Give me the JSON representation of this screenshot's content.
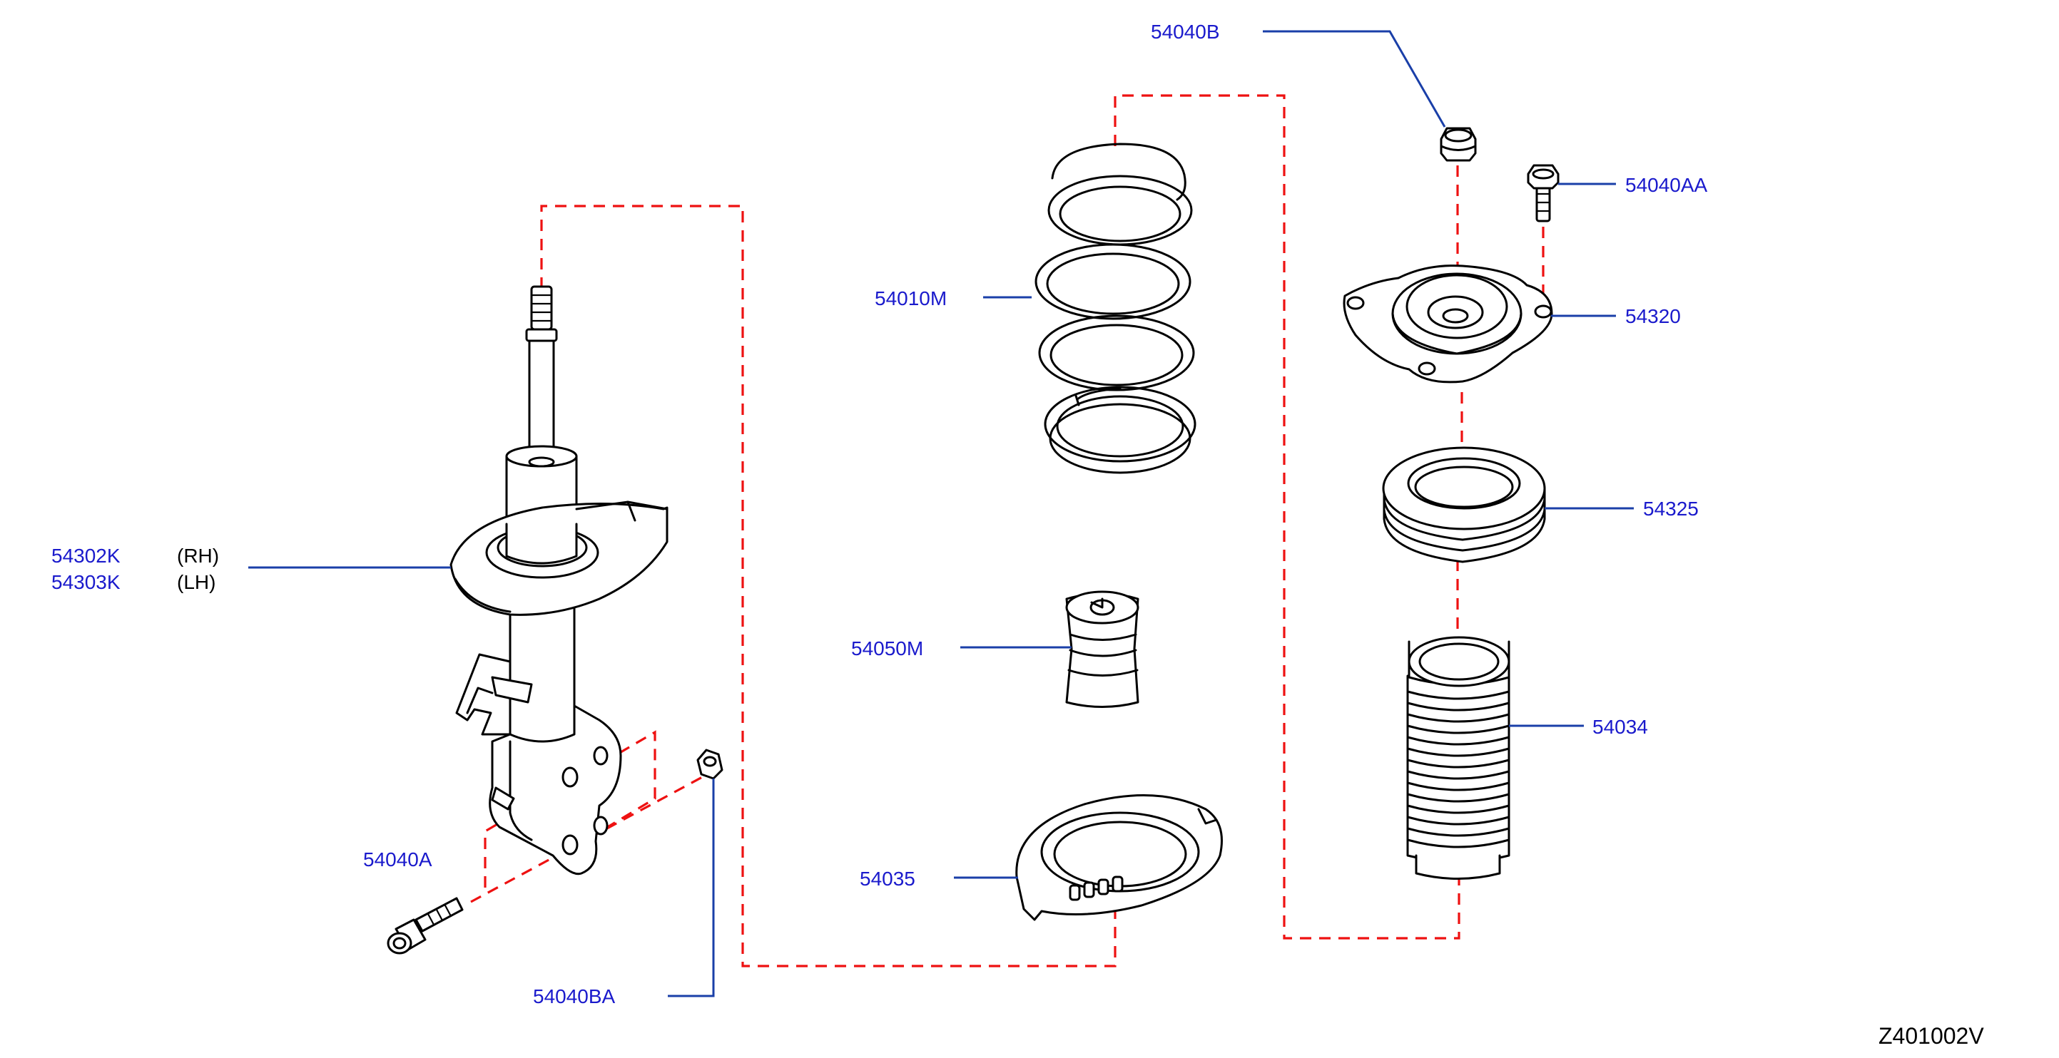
{
  "diagram_code": "Z401002V",
  "parts": [
    {
      "id": "strut-rh",
      "label": "54302K",
      "side": "(RH)"
    },
    {
      "id": "strut-lh",
      "label": "54303K",
      "side": "(LH)"
    },
    {
      "id": "bolt-a",
      "label": "54040A"
    },
    {
      "id": "nut-ba",
      "label": "54040BA"
    },
    {
      "id": "nut-b",
      "label": "54040B"
    },
    {
      "id": "bolt-aa",
      "label": "54040AA"
    },
    {
      "id": "coil-spring",
      "label": "54010M"
    },
    {
      "id": "bound-bumper",
      "label": "54050M"
    },
    {
      "id": "spring-seat",
      "label": "54035"
    },
    {
      "id": "strut-mount",
      "label": "54320"
    },
    {
      "id": "mount-bearing",
      "label": "54325"
    },
    {
      "id": "dust-boot",
      "label": "54034"
    }
  ],
  "colors": {
    "label": "#1a1acc",
    "leader": "#1a3fa8",
    "assembly_line": "#ee1111",
    "outline": "#000000"
  }
}
